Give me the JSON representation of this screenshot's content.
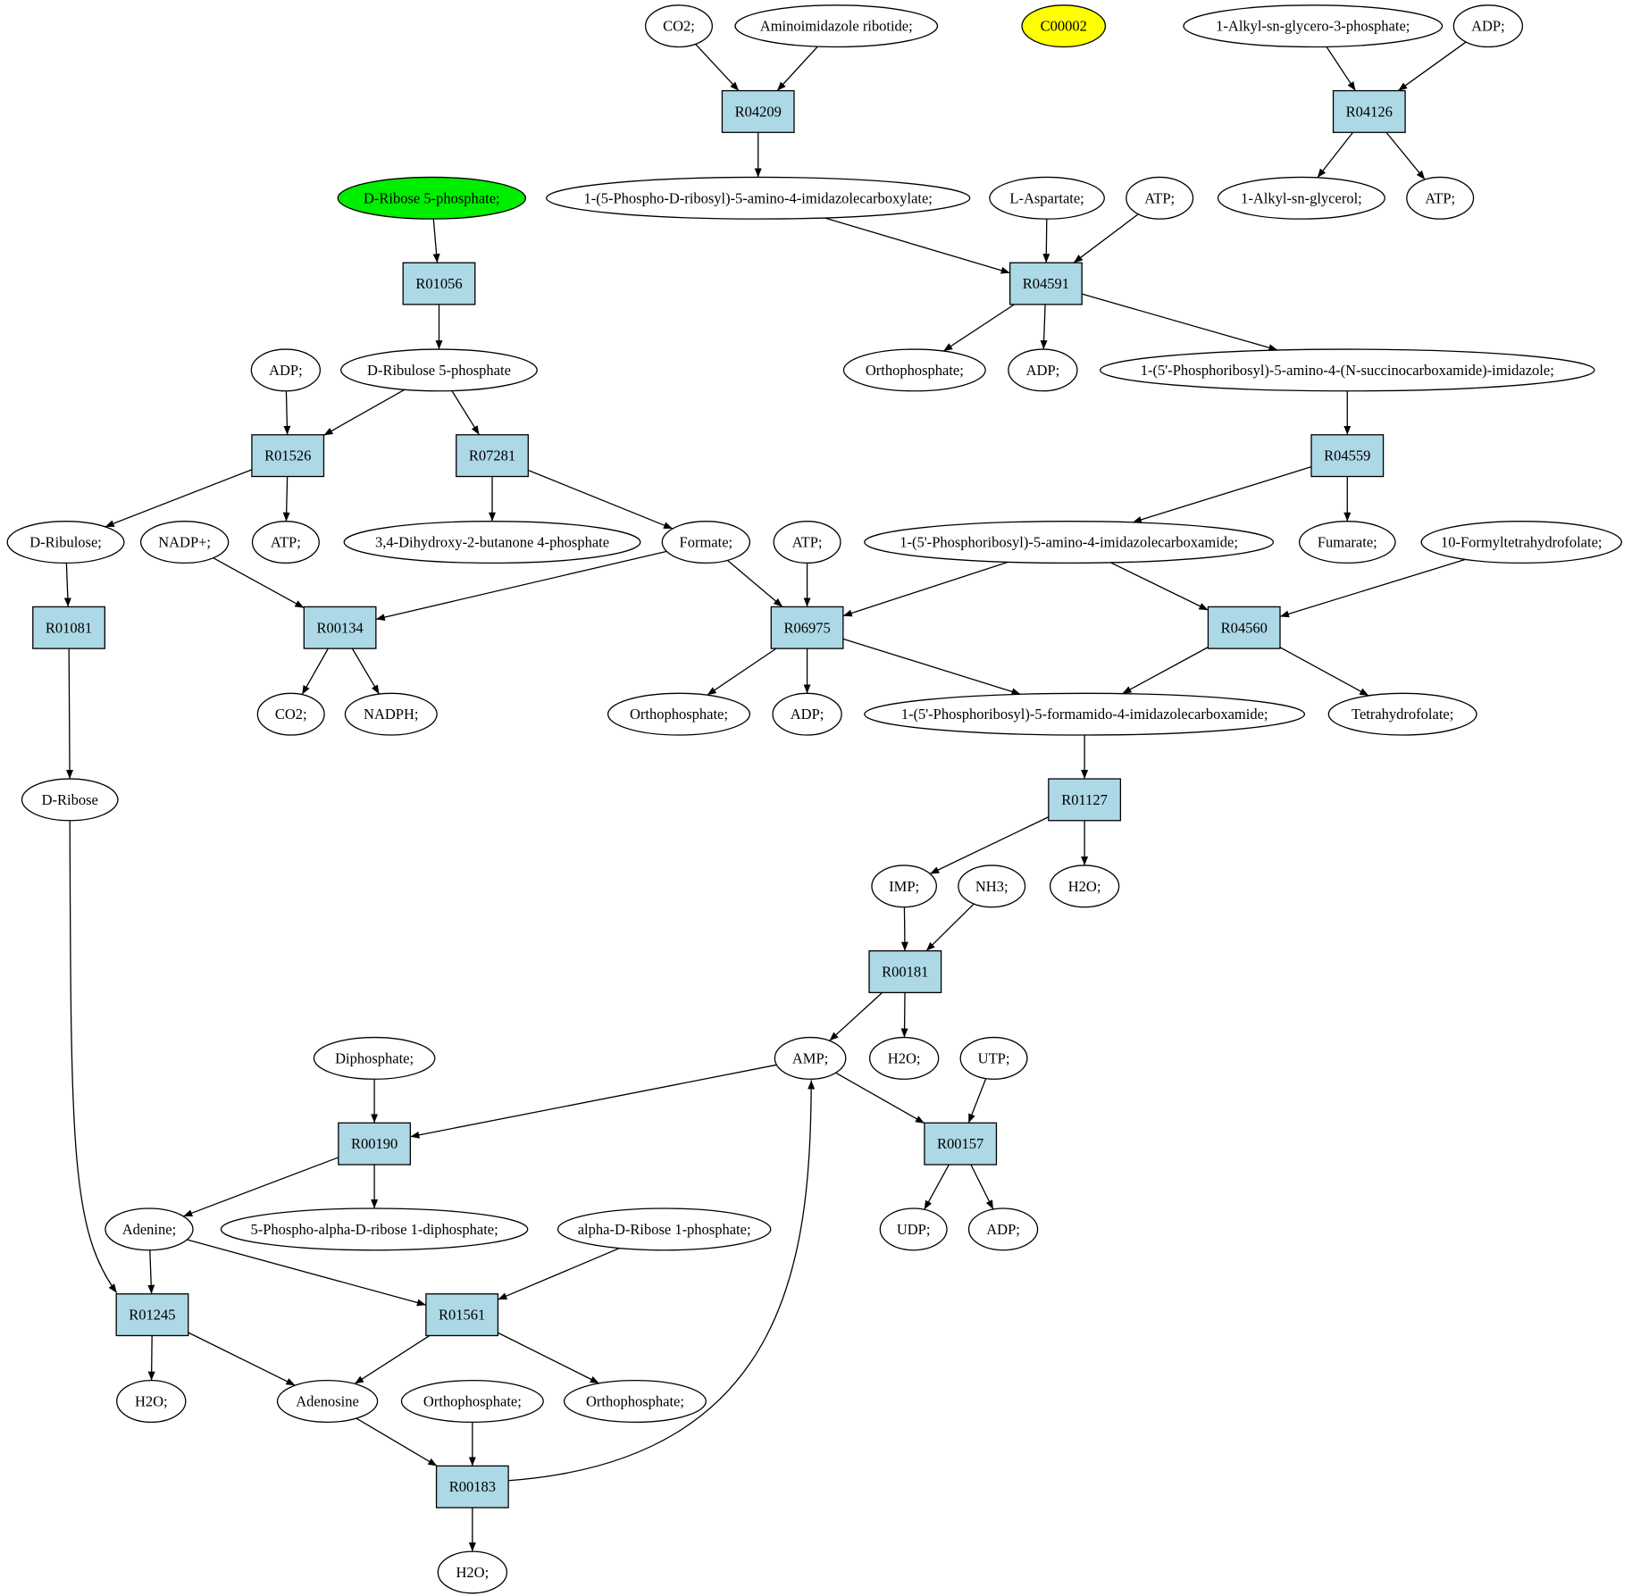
{
  "diagram": {
    "colors": {
      "reaction_fill": "#add8e6",
      "compound_fill": "#ffffff",
      "start_fill": "#00ee00",
      "highlight_fill": "#ffff00",
      "stroke": "#000000"
    },
    "nodes": [
      {
        "id": "co2_top",
        "label": "CO2;",
        "kind": "compound"
      },
      {
        "id": "air",
        "label": "Aminoimidazole ribotide;",
        "kind": "compound"
      },
      {
        "id": "c00002",
        "label": "C00002",
        "kind": "compound",
        "highlight": "yellow"
      },
      {
        "id": "alkyl_g3p",
        "label": "1-Alkyl-sn-glycero-3-phosphate;",
        "kind": "compound"
      },
      {
        "id": "adp_top",
        "label": "ADP;",
        "kind": "compound"
      },
      {
        "id": "r04209",
        "label": "R04209",
        "kind": "reaction"
      },
      {
        "id": "r04126",
        "label": "R04126",
        "kind": "reaction"
      },
      {
        "id": "dr5p",
        "label": "D-Ribose 5-phosphate;",
        "kind": "compound",
        "highlight": "green"
      },
      {
        "id": "caair",
        "label": "1-(5-Phospho-D-ribosyl)-5-amino-4-imidazolecarboxylate;",
        "kind": "compound"
      },
      {
        "id": "asp",
        "label": "L-Aspartate;",
        "kind": "compound"
      },
      {
        "id": "atp_591",
        "label": "ATP;",
        "kind": "compound"
      },
      {
        "id": "alkylglycerol",
        "label": "1-Alkyl-sn-glycerol;",
        "kind": "compound"
      },
      {
        "id": "atp_126",
        "label": "ATP;",
        "kind": "compound"
      },
      {
        "id": "r01056",
        "label": "R01056",
        "kind": "reaction"
      },
      {
        "id": "r04591",
        "label": "R04591",
        "kind": "reaction"
      },
      {
        "id": "adp_1526",
        "label": "ADP;",
        "kind": "compound"
      },
      {
        "id": "dru5p",
        "label": "D-Ribulose 5-phosphate",
        "kind": "compound"
      },
      {
        "id": "pi_591",
        "label": "Orthophosphate;",
        "kind": "compound"
      },
      {
        "id": "adp_591",
        "label": "ADP;",
        "kind": "compound"
      },
      {
        "id": "saicar",
        "label": "1-(5'-Phosphoribosyl)-5-amino-4-(N-succinocarboxamide)-imidazole;",
        "kind": "compound"
      },
      {
        "id": "r01526",
        "label": "R01526",
        "kind": "reaction"
      },
      {
        "id": "r07281",
        "label": "R07281",
        "kind": "reaction"
      },
      {
        "id": "r04559",
        "label": "R04559",
        "kind": "reaction"
      },
      {
        "id": "dribulose",
        "label": "D-Ribulose;",
        "kind": "compound"
      },
      {
        "id": "nadp",
        "label": "NADP+;",
        "kind": "compound"
      },
      {
        "id": "atp_1526",
        "label": "ATP;",
        "kind": "compound"
      },
      {
        "id": "dhbp",
        "label": "3,4-Dihydroxy-2-butanone 4-phosphate",
        "kind": "compound"
      },
      {
        "id": "formate",
        "label": "Formate;",
        "kind": "compound"
      },
      {
        "id": "atp_6975",
        "label": "ATP;",
        "kind": "compound"
      },
      {
        "id": "aicar",
        "label": "1-(5'-Phosphoribosyl)-5-amino-4-imidazolecarboxamide;",
        "kind": "compound"
      },
      {
        "id": "fumarate",
        "label": "Fumarate;",
        "kind": "compound"
      },
      {
        "id": "fthf",
        "label": "10-Formyltetrahydrofolate;",
        "kind": "compound"
      },
      {
        "id": "r01081",
        "label": "R01081",
        "kind": "reaction"
      },
      {
        "id": "r00134",
        "label": "R00134",
        "kind": "reaction"
      },
      {
        "id": "r06975",
        "label": "R06975",
        "kind": "reaction"
      },
      {
        "id": "r04560",
        "label": "R04560",
        "kind": "reaction"
      },
      {
        "id": "co2_134",
        "label": "CO2;",
        "kind": "compound"
      },
      {
        "id": "nadph",
        "label": "NADPH;",
        "kind": "compound"
      },
      {
        "id": "pi_6975",
        "label": "Orthophosphate;",
        "kind": "compound"
      },
      {
        "id": "adp_6975",
        "label": "ADP;",
        "kind": "compound"
      },
      {
        "id": "faicar",
        "label": "1-(5'-Phosphoribosyl)-5-formamido-4-imidazolecarboxamide;",
        "kind": "compound"
      },
      {
        "id": "thf",
        "label": "Tetrahydrofolate;",
        "kind": "compound"
      },
      {
        "id": "dribose",
        "label": "D-Ribose",
        "kind": "compound"
      },
      {
        "id": "r01127",
        "label": "R01127",
        "kind": "reaction"
      },
      {
        "id": "imp",
        "label": "IMP;",
        "kind": "compound"
      },
      {
        "id": "nh3",
        "label": "NH3;",
        "kind": "compound"
      },
      {
        "id": "h2o_1127",
        "label": "H2O;",
        "kind": "compound"
      },
      {
        "id": "r00181",
        "label": "R00181",
        "kind": "reaction"
      },
      {
        "id": "diphosphate",
        "label": "Diphosphate;",
        "kind": "compound"
      },
      {
        "id": "amp",
        "label": "AMP;",
        "kind": "compound"
      },
      {
        "id": "h2o_181",
        "label": "H2O;",
        "kind": "compound"
      },
      {
        "id": "utp",
        "label": "UTP;",
        "kind": "compound"
      },
      {
        "id": "r00190",
        "label": "R00190",
        "kind": "reaction"
      },
      {
        "id": "r00157",
        "label": "R00157",
        "kind": "reaction"
      },
      {
        "id": "adenine",
        "label": "Adenine;",
        "kind": "compound"
      },
      {
        "id": "prpp",
        "label": "5-Phospho-alpha-D-ribose 1-diphosphate;",
        "kind": "compound"
      },
      {
        "id": "ar1p",
        "label": "alpha-D-Ribose 1-phosphate;",
        "kind": "compound"
      },
      {
        "id": "udp",
        "label": "UDP;",
        "kind": "compound"
      },
      {
        "id": "adp_157",
        "label": "ADP;",
        "kind": "compound"
      },
      {
        "id": "r01245",
        "label": "R01245",
        "kind": "reaction"
      },
      {
        "id": "r01561",
        "label": "R01561",
        "kind": "reaction"
      },
      {
        "id": "h2o_1245",
        "label": "H2O;",
        "kind": "compound"
      },
      {
        "id": "adenosine",
        "label": "Adenosine",
        "kind": "compound"
      },
      {
        "id": "pi_183",
        "label": "Orthophosphate;",
        "kind": "compound"
      },
      {
        "id": "pi_1561",
        "label": "Orthophosphate;",
        "kind": "compound"
      },
      {
        "id": "r00183",
        "label": "R00183",
        "kind": "reaction"
      },
      {
        "id": "h2o_183",
        "label": "H2O;",
        "kind": "compound"
      }
    ],
    "edges": [
      {
        "from": "co2_top",
        "to": "r04209"
      },
      {
        "from": "air",
        "to": "r04209"
      },
      {
        "from": "alkyl_g3p",
        "to": "r04126"
      },
      {
        "from": "adp_top",
        "to": "r04126"
      },
      {
        "from": "r04209",
        "to": "caair"
      },
      {
        "from": "r04126",
        "to": "alkylglycerol"
      },
      {
        "from": "r04126",
        "to": "atp_126"
      },
      {
        "from": "dr5p",
        "to": "r01056"
      },
      {
        "from": "caair",
        "to": "r04591"
      },
      {
        "from": "asp",
        "to": "r04591"
      },
      {
        "from": "atp_591",
        "to": "r04591"
      },
      {
        "from": "r01056",
        "to": "dru5p"
      },
      {
        "from": "r04591",
        "to": "pi_591"
      },
      {
        "from": "r04591",
        "to": "adp_591"
      },
      {
        "from": "r04591",
        "to": "saicar"
      },
      {
        "from": "adp_1526",
        "to": "r01526"
      },
      {
        "from": "dru5p",
        "to": "r01526"
      },
      {
        "from": "dru5p",
        "to": "r07281"
      },
      {
        "from": "saicar",
        "to": "r04559"
      },
      {
        "from": "r01526",
        "to": "dribulose"
      },
      {
        "from": "r01526",
        "to": "atp_1526"
      },
      {
        "from": "r07281",
        "to": "dhbp"
      },
      {
        "from": "r07281",
        "to": "formate"
      },
      {
        "from": "r04559",
        "to": "aicar"
      },
      {
        "from": "r04559",
        "to": "fumarate"
      },
      {
        "from": "dribulose",
        "to": "r01081"
      },
      {
        "from": "nadp",
        "to": "r00134"
      },
      {
        "from": "formate",
        "to": "r00134"
      },
      {
        "from": "formate",
        "to": "r06975"
      },
      {
        "from": "atp_6975",
        "to": "r06975"
      },
      {
        "from": "aicar",
        "to": "r06975"
      },
      {
        "from": "aicar",
        "to": "r04560"
      },
      {
        "from": "fthf",
        "to": "r04560"
      },
      {
        "from": "r00134",
        "to": "co2_134"
      },
      {
        "from": "r00134",
        "to": "nadph"
      },
      {
        "from": "r06975",
        "to": "pi_6975"
      },
      {
        "from": "r06975",
        "to": "adp_6975"
      },
      {
        "from": "r06975",
        "to": "faicar"
      },
      {
        "from": "r04560",
        "to": "faicar"
      },
      {
        "from": "r04560",
        "to": "thf"
      },
      {
        "from": "r01081",
        "to": "dribose"
      },
      {
        "from": "faicar",
        "to": "r01127"
      },
      {
        "from": "r01127",
        "to": "imp"
      },
      {
        "from": "r01127",
        "to": "h2o_1127"
      },
      {
        "from": "imp",
        "to": "r00181"
      },
      {
        "from": "nh3",
        "to": "r00181"
      },
      {
        "from": "r00181",
        "to": "amp"
      },
      {
        "from": "r00181",
        "to": "h2o_181"
      },
      {
        "from": "diphosphate",
        "to": "r00190"
      },
      {
        "from": "amp",
        "to": "r00190"
      },
      {
        "from": "amp",
        "to": "r00157"
      },
      {
        "from": "utp",
        "to": "r00157"
      },
      {
        "from": "r00190",
        "to": "adenine"
      },
      {
        "from": "r00190",
        "to": "prpp"
      },
      {
        "from": "r00157",
        "to": "udp"
      },
      {
        "from": "r00157",
        "to": "adp_157"
      },
      {
        "from": "dribose",
        "to": "r01245"
      },
      {
        "from": "adenine",
        "to": "r01245"
      },
      {
        "from": "adenine",
        "to": "r01561"
      },
      {
        "from": "ar1p",
        "to": "r01561"
      },
      {
        "from": "r01245",
        "to": "h2o_1245"
      },
      {
        "from": "r01245",
        "to": "adenosine"
      },
      {
        "from": "r01561",
        "to": "adenosine"
      },
      {
        "from": "r01561",
        "to": "pi_1561"
      },
      {
        "from": "adenosine",
        "to": "r00183"
      },
      {
        "from": "pi_183",
        "to": "r00183"
      },
      {
        "from": "r00183",
        "to": "h2o_183"
      },
      {
        "from": "r00183",
        "to": "amp"
      }
    ]
  }
}
